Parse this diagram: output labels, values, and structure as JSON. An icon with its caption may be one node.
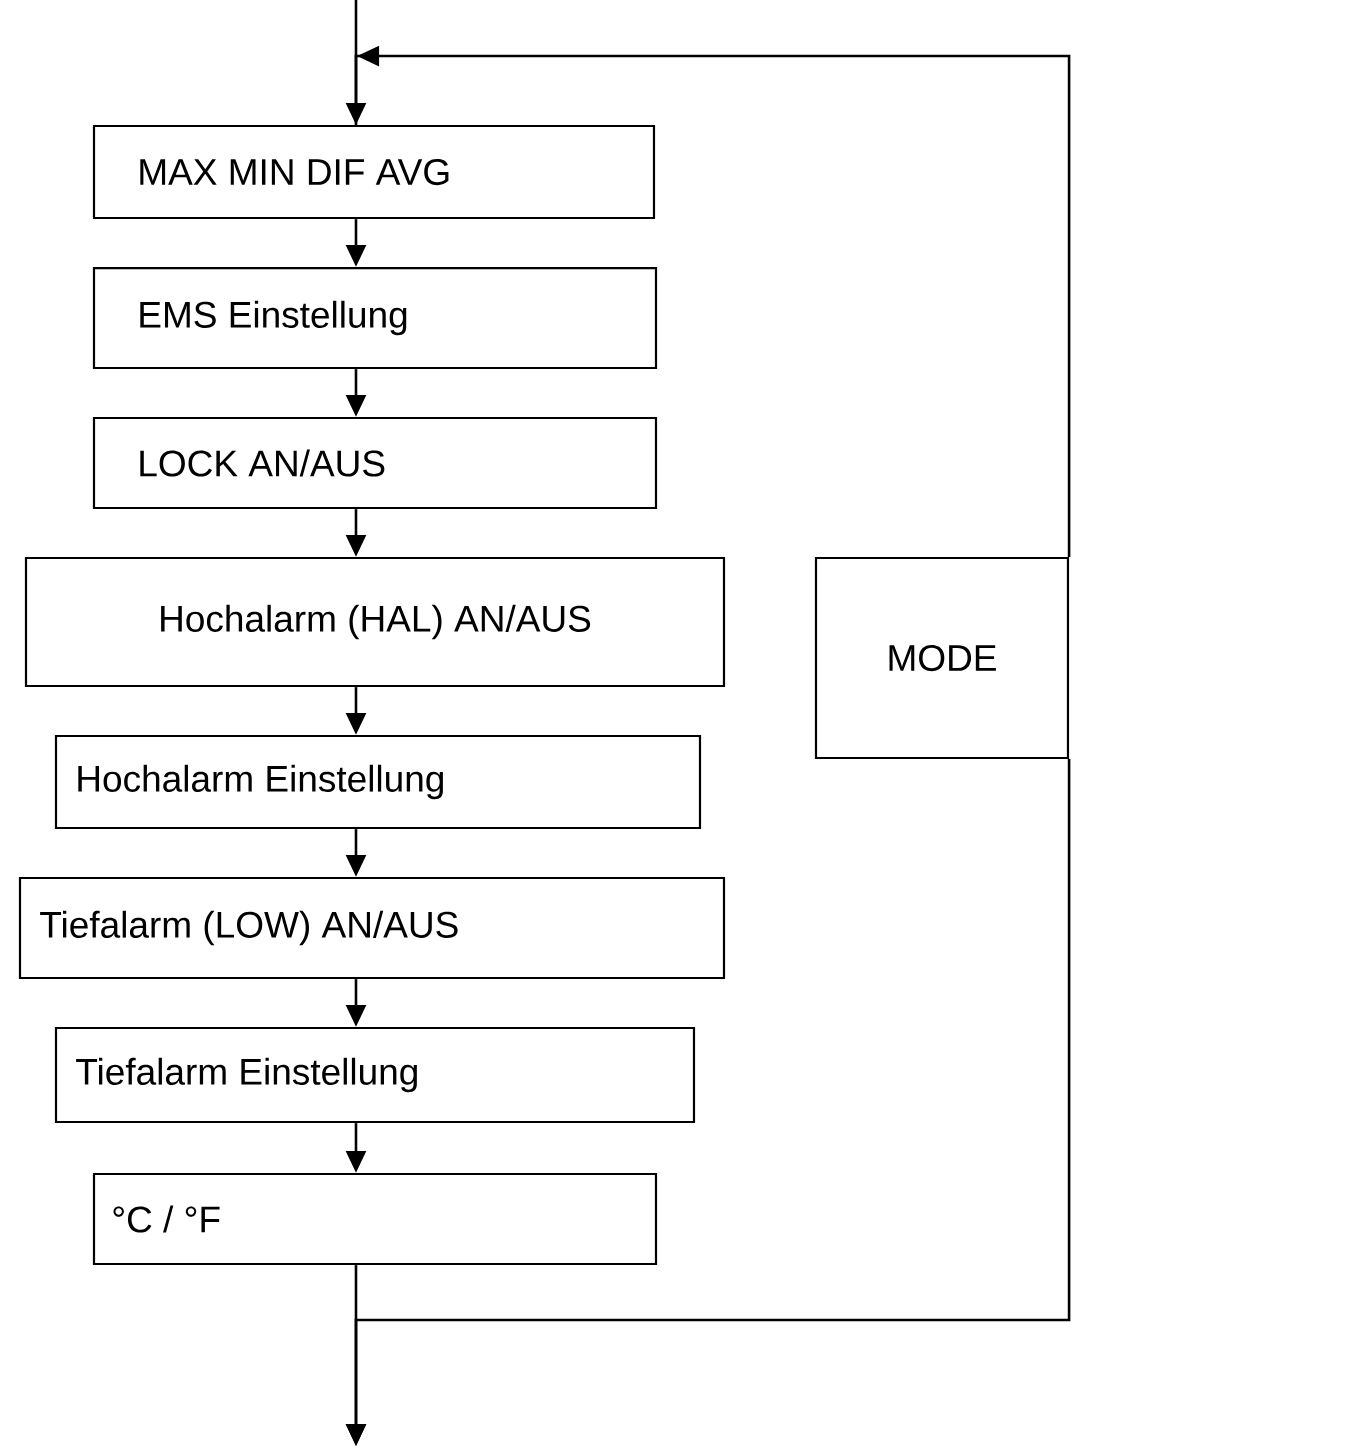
{
  "diagram": {
    "nodes": [
      {
        "text": [
          "MAX MIN DIF AVG"
        ]
      },
      {
        "text": [
          "EMS Einstellung"
        ]
      },
      {
        "text": [
          "LOCK AN/AUS"
        ]
      },
      {
        "text": [
          "Hochalarm (HAL) AN/AUS"
        ]
      },
      {
        "text": [
          "Hochalarm Einstellung"
        ]
      },
      {
        "text": [
          "Tiefalarm (LOW) AN/AUS"
        ]
      },
      {
        "text": [
          "Tiefalarm Einstellung"
        ]
      },
      {
        "text": [
          "°C / °F"
        ]
      },
      {
        "text": [
          "MODE"
        ]
      }
    ],
    "edges": [
      {
        "from": null,
        "to": 0,
        "arrow": "to"
      },
      {
        "from": 0,
        "to": 1,
        "arrow": "to"
      },
      {
        "from": 1,
        "to": 2,
        "arrow": "to"
      },
      {
        "from": 2,
        "to": 3,
        "arrow": "to"
      },
      {
        "from": 3,
        "to": 4,
        "arrow": "to"
      },
      {
        "from": 4,
        "to": 5,
        "arrow": "to"
      },
      {
        "from": 5,
        "to": 6,
        "arrow": "to"
      },
      {
        "from": 6,
        "to": 7,
        "arrow": "to"
      },
      {
        "from": 7,
        "to": null,
        "arrow": "to"
      },
      {
        "from": 8,
        "to": null,
        "arrow": "to"
      },
      {
        "from": 8,
        "to": 0,
        "arrow": "to"
      }
    ]
  }
}
